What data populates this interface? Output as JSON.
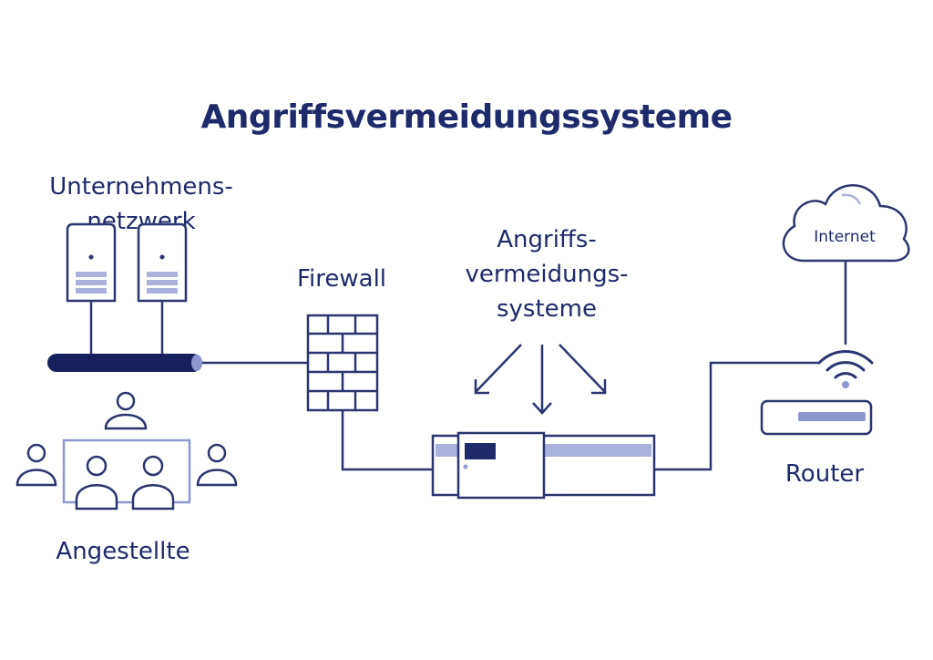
{
  "title": "Angriffsvermeidungssysteme",
  "labels": {
    "corporate_network_line1": "Unternehmens-",
    "corporate_network_line2": "netzwerk",
    "firewall": "Firewall",
    "ips_line1": "Angriffs-",
    "ips_line2": "vermeidungs-",
    "ips_line3": "systeme",
    "internet": "Internet",
    "router": "Router",
    "employees": "Angestellte"
  },
  "colors": {
    "dark_navy": "#1f2a6b",
    "line": "#2b3570",
    "light_blue": "#8e98cf",
    "pale_blue": "#c9cfe9"
  },
  "icons": [
    "server-icon",
    "network-bus",
    "firewall-icon",
    "ips-appliance",
    "cloud-icon",
    "wifi-icon",
    "router-icon",
    "people-icon",
    "arrow-down-icon"
  ]
}
